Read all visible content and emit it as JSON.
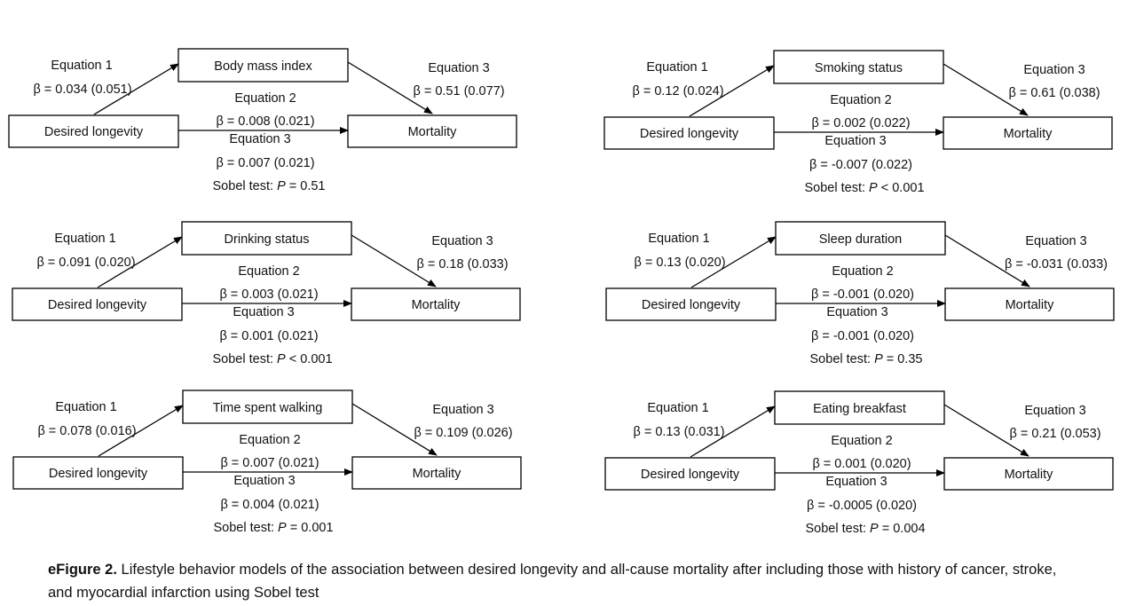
{
  "labels": {
    "desired_longevity": "Desired longevity",
    "mortality": "Mortality",
    "eq1": "Equation 1",
    "eq2": "Equation 2",
    "eq3": "Equation 3",
    "sobel_prefix": "Sobel test: ",
    "p_symbol": "P"
  },
  "panels": [
    {
      "mediator": "Body mass index",
      "eq1": "β = 0.034 (0.051)",
      "eq2": "β = 0.008 (0.021)",
      "eq3_direct": "β = 0.007 (0.021)",
      "eq3_mediator": "β = 0.51 (0.077)",
      "sobel": " = 0.51"
    },
    {
      "mediator": "Smoking status",
      "eq1": "β = 0.12 (0.024)",
      "eq2": "β = 0.002 (0.022)",
      "eq3_direct": "β = -0.007 (0.022)",
      "eq3_mediator": "β = 0.61 (0.038)",
      "sobel": " < 0.001"
    },
    {
      "mediator": "Drinking status",
      "eq1": "β = 0.091 (0.020)",
      "eq2": "β = 0.003 (0.021)",
      "eq3_direct": "β = 0.001 (0.021)",
      "eq3_mediator": "β = 0.18 (0.033)",
      "sobel": " < 0.001"
    },
    {
      "mediator": "Sleep duration",
      "eq1": "β = 0.13 (0.020)",
      "eq2": "β = -0.001 (0.020)",
      "eq3_direct": "β = -0.001 (0.020)",
      "eq3_mediator": "β = -0.031 (0.033)",
      "sobel": " = 0.35"
    },
    {
      "mediator": "Time spent walking",
      "eq1": "β = 0.078 (0.016)",
      "eq2": "β = 0.007 (0.021)",
      "eq3_direct": "β = 0.004 (0.021)",
      "eq3_mediator": "β = 0.109 (0.026)",
      "sobel": " = 0.001"
    },
    {
      "mediator": "Eating breakfast",
      "eq1": "β = 0.13 (0.031)",
      "eq2": "β = 0.001 (0.020)",
      "eq3_direct": "β = -0.0005 (0.020)",
      "eq3_mediator": "β = 0.21 (0.053)",
      "sobel": " = 0.004"
    }
  ],
  "caption": {
    "label": "eFigure 2.",
    "text": " Lifestyle behavior models of the association between desired longevity and all-cause mortality after including those with history of cancer, stroke, and myocardial infarction using Sobel test"
  }
}
